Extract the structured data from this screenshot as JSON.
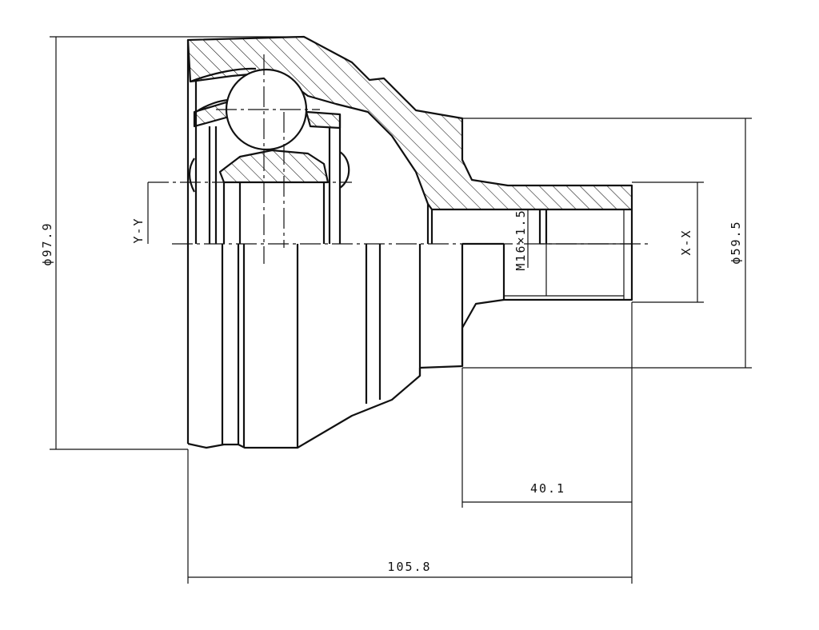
{
  "dimensions": {
    "outer_diameter": "ϕ97.9",
    "shoulder_diameter": "ϕ59.5",
    "thread": "M16×1.5",
    "stub_length": "40.1",
    "overall_length": "105.8"
  },
  "section_labels": {
    "y_axis": "Y-Y",
    "x_axis": "X-X"
  }
}
